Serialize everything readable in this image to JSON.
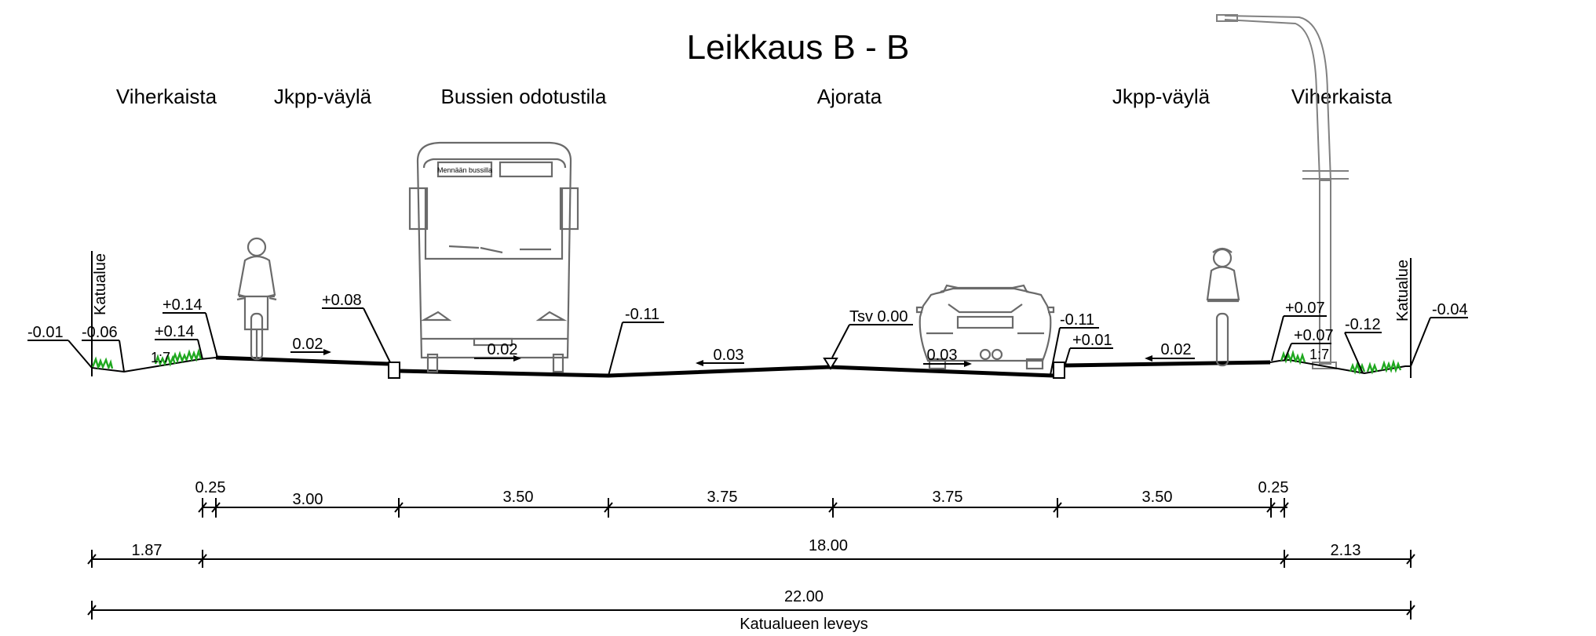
{
  "title": "Leikkaus B - B",
  "zones": [
    {
      "id": "viherkaista-left",
      "label": "Viherkaista"
    },
    {
      "id": "jkpp-left",
      "label": "Jkpp-väylä"
    },
    {
      "id": "bus-stop",
      "label": "Bussien odotustila"
    },
    {
      "id": "carriageway",
      "label": "Ajorata"
    },
    {
      "id": "jkpp-right",
      "label": "Jkpp-väylä"
    },
    {
      "id": "viherkaista-right",
      "label": "Viherkaista"
    }
  ],
  "levels": {
    "left_edge": "-0.01",
    "left_ditch": "-0.06",
    "left_path_edge_upper": "+0.14",
    "left_path_edge_lower": "+0.14",
    "bus_curb": "+0.08",
    "bus_gutter": "-0.11",
    "crown": "Tsv 0.00",
    "right_gutter": "-0.11",
    "right_curb": "+0.01",
    "right_path_edge_upper": "+0.07",
    "right_path_edge_lower": "+0.07",
    "right_ditch": "-0.12",
    "right_edge": "-0.04"
  },
  "slopes": {
    "left_green": "1:7",
    "left_path": "0.02",
    "bus_lane": "0.02",
    "lane_left": "0.03",
    "lane_right": "0.03",
    "right_path": "0.02",
    "right_green": "1:7"
  },
  "vertical_labels": {
    "left": "Katualue",
    "right": "Katualue"
  },
  "bus_sign": "Mennään bussilla",
  "dimensions": {
    "row1": [
      "0.25",
      "3.00",
      "3.50",
      "3.75",
      "3.75",
      "3.50",
      "0.25"
    ],
    "row2": [
      "1.87",
      "18.00",
      "2.13"
    ],
    "row3": [
      "22.00"
    ],
    "caption": "Katualueen leveys"
  },
  "colors": {
    "line": "#000000",
    "vehicle": "#6a6a6a",
    "grass": "#1fa81f"
  }
}
